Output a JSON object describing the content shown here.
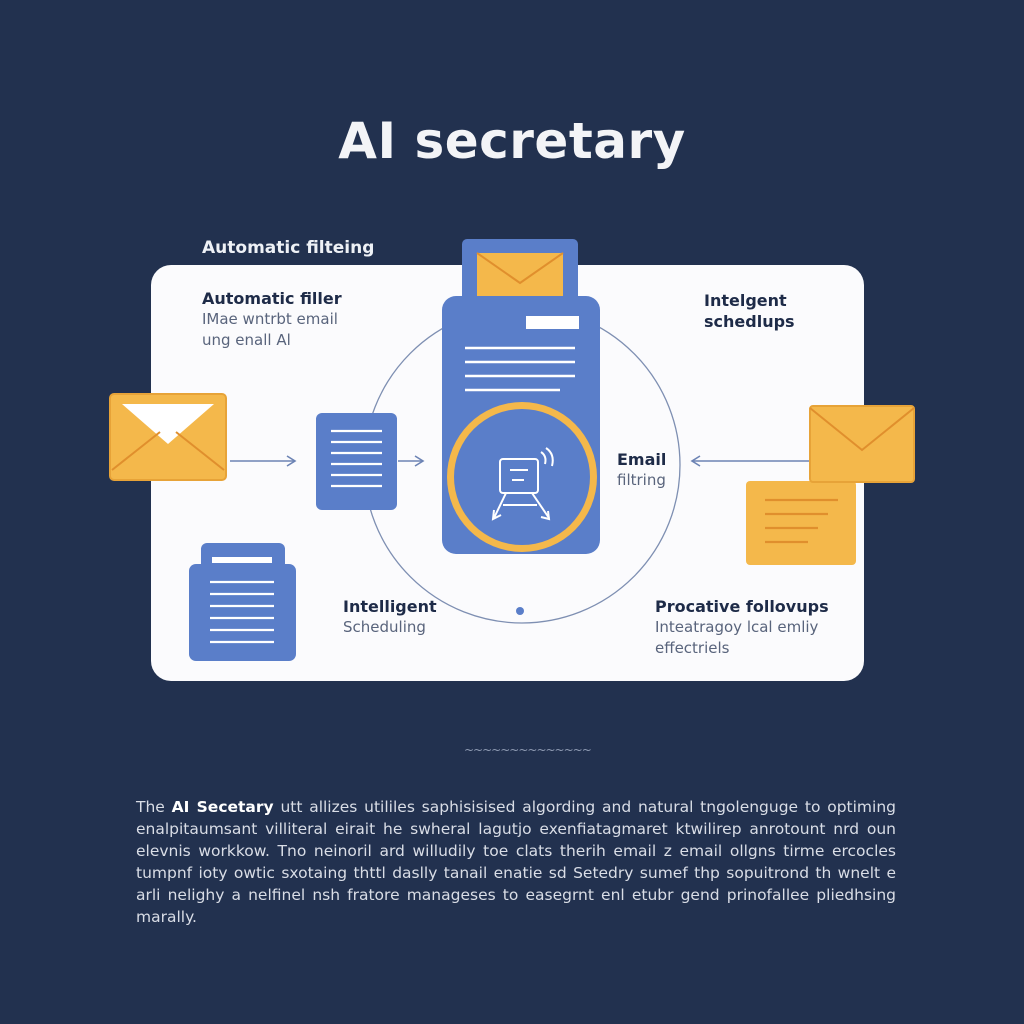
{
  "title": "AI secretary",
  "label_above_panel": "Automatic filteing",
  "panel": {
    "top_left": {
      "heading": "Automatic filler",
      "lines": [
        "IMae wntrbt email",
        "ung enall Al"
      ]
    },
    "top_right": {
      "heading": "Intelgent",
      "lines": [
        "schedlups"
      ]
    },
    "mid_right": {
      "heading": "Email",
      "lines": [
        "filtring"
      ]
    },
    "bottom_center": {
      "heading": "Intelligent",
      "lines": [
        "Scheduling"
      ]
    },
    "bottom_right": {
      "heading": "Procative follovups",
      "lines": [
        "Inteatragoy lcal emliy",
        "effectriels"
      ]
    }
  },
  "divider_glyph": "~~~~~~~~~~~~~~",
  "description": {
    "lead": "The",
    "brand": "AI Secetary",
    "body": "utt allizes utililes saphisisised algording and natural tngolenguge to optiming enalpitaumsant villiteral eirait he swheral lagutjo exenfiatagmaret ktwilirep anrotount nrd oun elevnis workkow. Tno neinoril ard willudily toe clats therih email z email ollgns tirme ercocles tumpnf ioty owtic sxotaing thttl daslly tanail enatie sd Setedry sumef thp sopuitrond th wnelt e arli nelighy a nelfinel nsh fratore manageses to easegrnt enl etubr gend prinofallee pliedhsing marally."
  },
  "colors": {
    "background": "#22314f",
    "panel": "#fbfbfd",
    "blue": "#5a7ec9",
    "yellow": "#f4b84b",
    "text_dark": "#1e2b48"
  },
  "icons": [
    "envelope-icon",
    "document-icon",
    "ai-assistant-icon",
    "arrow-icon"
  ]
}
